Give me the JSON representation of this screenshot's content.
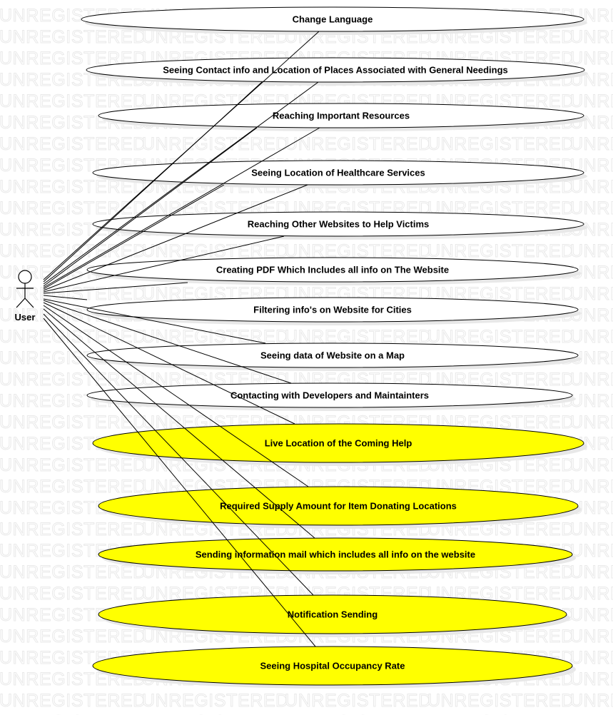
{
  "watermark": {
    "text": "UNREGISTERED"
  },
  "actor": {
    "name": "User"
  },
  "colors": {
    "default_use_case": "#ffffff",
    "highlighted_use_case": "#ffff00",
    "outline": "#000000"
  },
  "use_cases": [
    {
      "label": "Change Language",
      "highlighted": false
    },
    {
      "label": "Seeing Contact info and Location of Places Associated with General Needings",
      "highlighted": false
    },
    {
      "label": "Reaching Important Resources",
      "highlighted": false
    },
    {
      "label": "Seeing Location of Healthcare Services",
      "highlighted": false
    },
    {
      "label": "Reaching Other Websites to Help Victims",
      "highlighted": false
    },
    {
      "label": "Creating PDF Which Includes all info on The Website",
      "highlighted": false
    },
    {
      "label": "Filtering info's on Website for Cities",
      "highlighted": false
    },
    {
      "label": "Seeing data of Website on a Map",
      "highlighted": false
    },
    {
      "label": "Contacting with Developers and Maintainters",
      "highlighted": false
    },
    {
      "label": "Live Location of the Coming Help",
      "highlighted": true
    },
    {
      "label": "Required Supply Amount for Item Donating Locations",
      "highlighted": true
    },
    {
      "label": "Sending information mail which includes all info on the website",
      "highlighted": true
    },
    {
      "label": "Notification Sending",
      "highlighted": true
    },
    {
      "label": "Seeing Hospital Occupancy Rate",
      "highlighted": true
    }
  ]
}
